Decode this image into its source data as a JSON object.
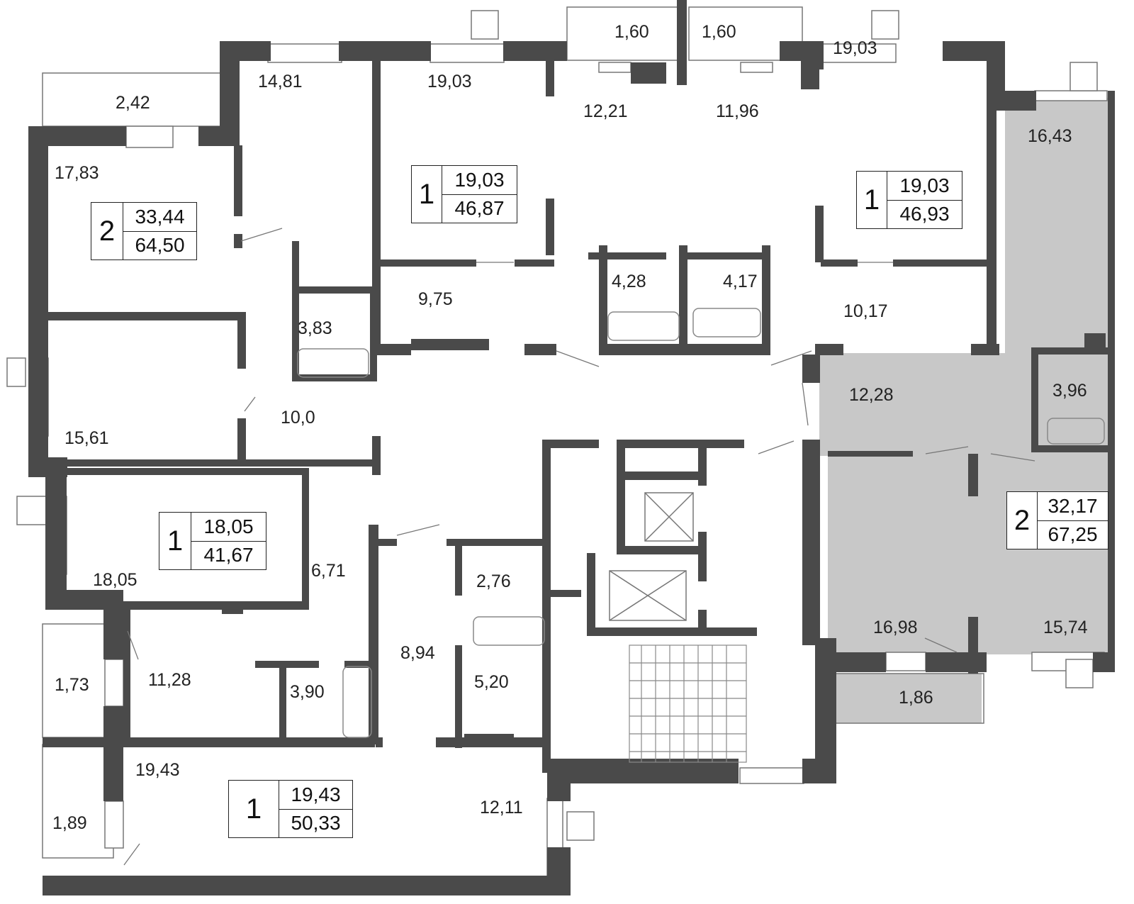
{
  "colors": {
    "wall": "#4a4a4a",
    "highlight": "#c8c8c8",
    "fixture": "#8a8a8a"
  },
  "apartments": [
    {
      "id": "apt-nw",
      "rooms": "2",
      "living": "33,44",
      "total": "64,50"
    },
    {
      "id": "apt-n-left",
      "rooms": "1",
      "living": "19,03",
      "total": "46,87"
    },
    {
      "id": "apt-n-right",
      "rooms": "1",
      "living": "19,03",
      "total": "46,93"
    },
    {
      "id": "apt-w",
      "rooms": "1",
      "living": "18,05",
      "total": "41,67"
    },
    {
      "id": "apt-e",
      "rooms": "2",
      "living": "32,17",
      "total": "67,25"
    },
    {
      "id": "apt-sw",
      "rooms": "1",
      "living": "19,43",
      "total": "50,33"
    }
  ],
  "room_areas": [
    "1,60",
    "1,60",
    "19,03",
    "14,81",
    "19,03",
    "2,42",
    "12,21",
    "11,96",
    "16,43",
    "17,83",
    "4,28",
    "4,17",
    "9,75",
    "10,17",
    "3,83",
    "12,28",
    "3,96",
    "10,0",
    "15,61",
    "6,71",
    "2,76",
    "18,05",
    "16,98",
    "15,74",
    "8,94",
    "1,73",
    "11,28",
    "3,90",
    "5,20",
    "1,86",
    "19,43",
    "12,11",
    "1,89"
  ]
}
